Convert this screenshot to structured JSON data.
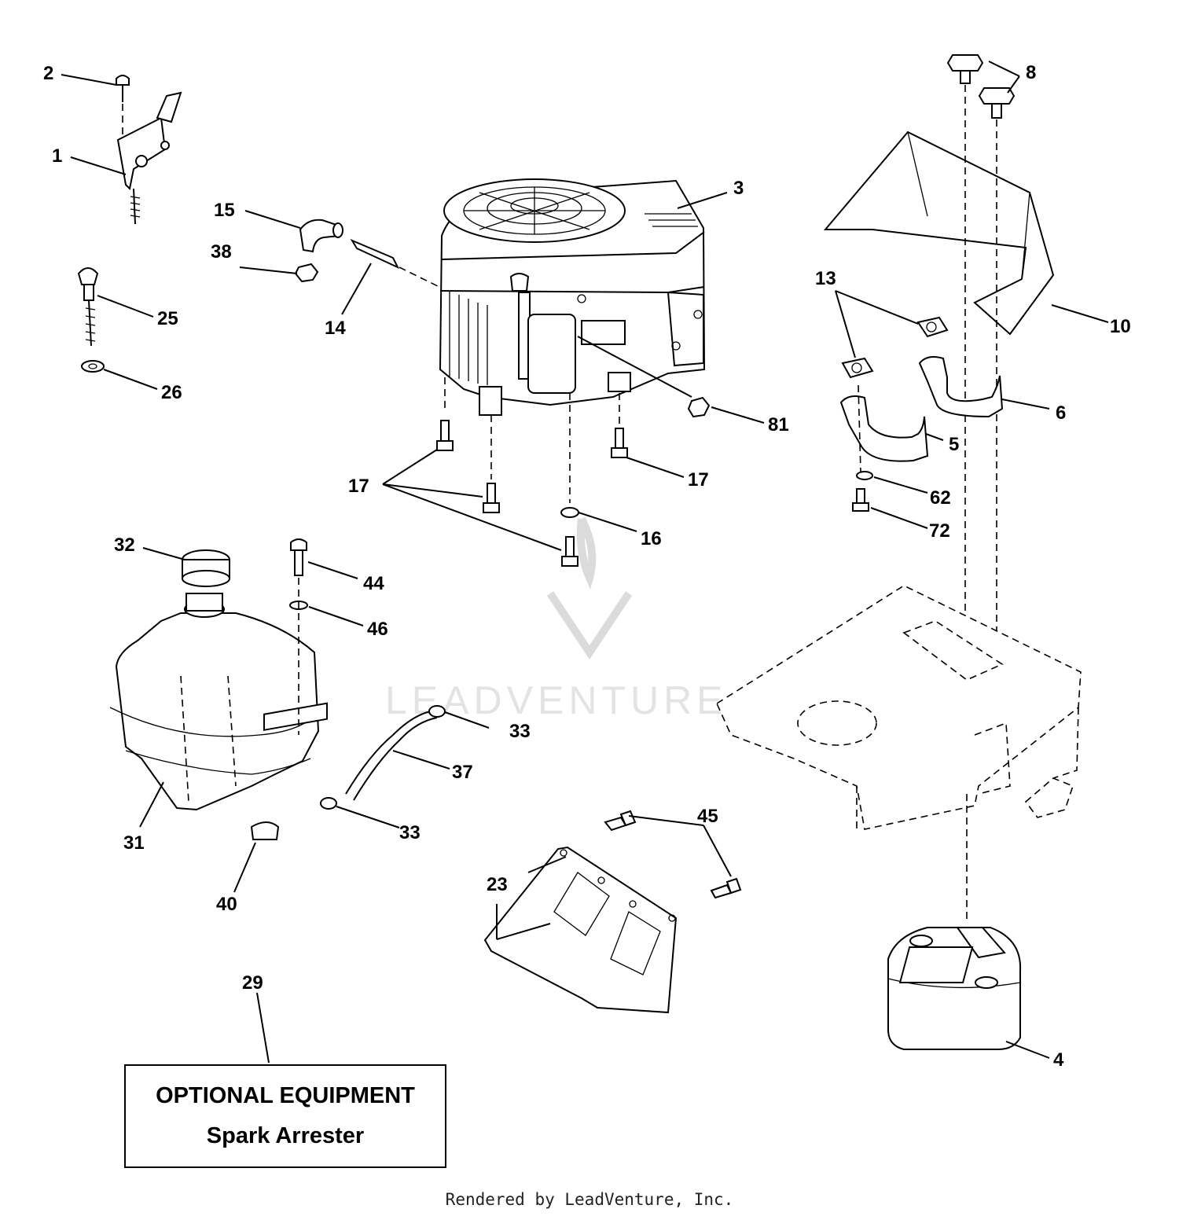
{
  "diagram": {
    "part_labels": [
      "1",
      "2",
      "3",
      "4",
      "5",
      "6",
      "8",
      "10",
      "13",
      "14",
      "15",
      "16",
      "17",
      "17",
      "23",
      "25",
      "26",
      "29",
      "31",
      "32",
      "33",
      "33",
      "37",
      "38",
      "40",
      "44",
      "45",
      "46",
      "62",
      "72",
      "81"
    ]
  },
  "optional_box": {
    "title": "OPTIONAL EQUIPMENT",
    "subtitle": "Spark Arrester"
  },
  "watermark": {
    "text": "LEADVENTURE"
  },
  "footer": {
    "text": "Rendered by LeadVenture, Inc."
  }
}
